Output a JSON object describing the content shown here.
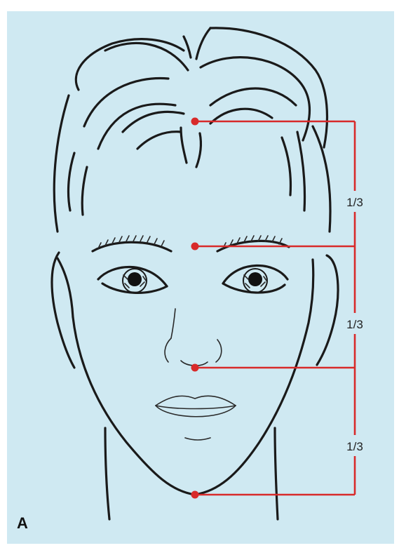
{
  "panel_label": "A",
  "proportion_labels": [
    "1/3",
    "1/3",
    "1/3"
  ],
  "colors": {
    "background": "#cfe9f2",
    "guide_lines": "#d82a2a",
    "outline": "#1a1a1a"
  }
}
